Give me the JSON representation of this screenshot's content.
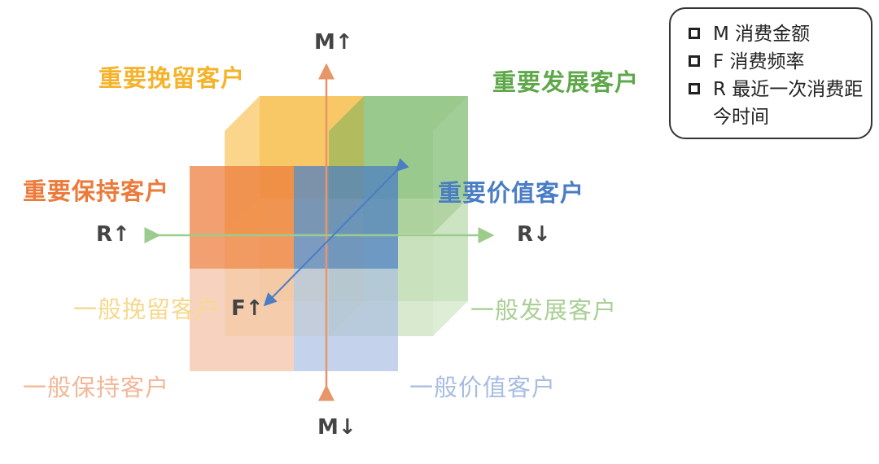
{
  "colors": {
    "retain": "#f5b32b",
    "develop": "#5ea84a",
    "maintain": "#ec7a3a",
    "value": "#4a7dc4",
    "retain_light": "#f5d98f",
    "develop_light": "#a9cf95",
    "maintain_light": "#f2b89a",
    "value_light": "#a8bde2",
    "axis_vertical": "#e9956a",
    "axis_horizontal": "#9ccc8c",
    "axis_depth": "#4a7dc4"
  },
  "segments": {
    "important_retain": "重要挽留客户",
    "important_develop": "重要发展客户",
    "important_maintain": "重要保持客户",
    "important_value": "重要价值客户",
    "general_retain": "一般挽留客户",
    "general_develop": "一般发展客户",
    "general_maintain": "一般保持客户",
    "general_value": "一般价值客户"
  },
  "axes": {
    "m_up": "M↑",
    "m_down": "M↓",
    "r_up": "R↑",
    "r_down": "R↓",
    "f_up": "F↑"
  },
  "legend": {
    "items": [
      "M 消费金额",
      "F 消费频率",
      "R 最近一次消费距今时间"
    ]
  }
}
